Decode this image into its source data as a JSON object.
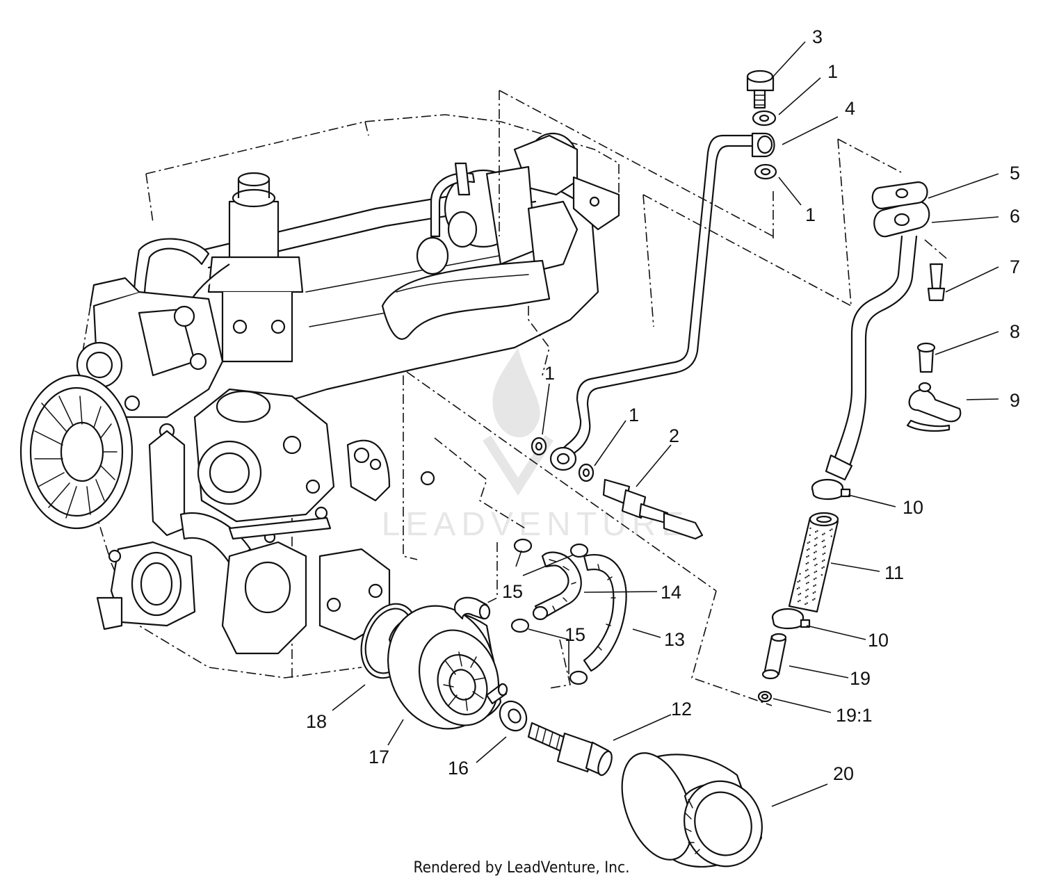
{
  "callouts": [
    {
      "key": "c3",
      "text": "3"
    },
    {
      "key": "c1a",
      "text": "1"
    },
    {
      "key": "c4",
      "text": "4"
    },
    {
      "key": "c1b",
      "text": "1"
    },
    {
      "key": "c5",
      "text": "5"
    },
    {
      "key": "c6",
      "text": "6"
    },
    {
      "key": "c7",
      "text": "7"
    },
    {
      "key": "c8",
      "text": "8"
    },
    {
      "key": "c9",
      "text": "9"
    },
    {
      "key": "c1c",
      "text": "1"
    },
    {
      "key": "c1d",
      "text": "1"
    },
    {
      "key": "c2",
      "text": "2"
    },
    {
      "key": "c10a",
      "text": "10"
    },
    {
      "key": "c11",
      "text": "11"
    },
    {
      "key": "c14",
      "text": "14"
    },
    {
      "key": "c15a",
      "text": "15"
    },
    {
      "key": "c13",
      "text": "13"
    },
    {
      "key": "c15b",
      "text": "15"
    },
    {
      "key": "c10b",
      "text": "10"
    },
    {
      "key": "c19",
      "text": "19"
    },
    {
      "key": "c191",
      "text": "19:1"
    },
    {
      "key": "c12",
      "text": "12"
    },
    {
      "key": "c18",
      "text": "18"
    },
    {
      "key": "c17",
      "text": "17"
    },
    {
      "key": "c16",
      "text": "16"
    },
    {
      "key": "c20",
      "text": "20"
    }
  ],
  "watermark": "LEADVENTURE",
  "credit": "Rendered by LeadVenture, Inc."
}
